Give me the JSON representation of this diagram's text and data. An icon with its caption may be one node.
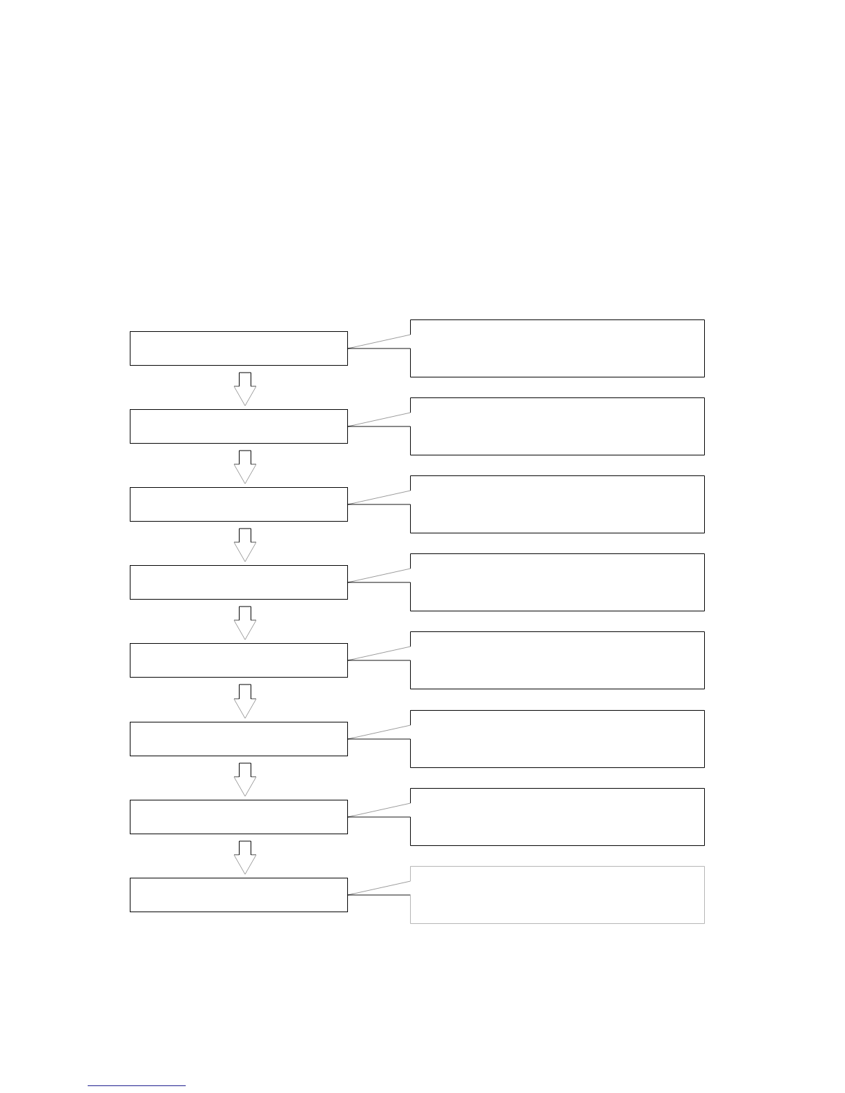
{
  "diagram": {
    "nodes": [
      {
        "text": [],
        "shape": "box"
      },
      {
        "text": [],
        "shape": "callout"
      },
      {
        "text": [],
        "shape": "box"
      },
      {
        "text": [],
        "shape": "callout"
      },
      {
        "text": [],
        "shape": "box"
      },
      {
        "text": [],
        "shape": "callout"
      },
      {
        "text": [],
        "shape": "box"
      },
      {
        "text": [],
        "shape": "callout"
      },
      {
        "text": [],
        "shape": "box"
      },
      {
        "text": [],
        "shape": "callout"
      },
      {
        "text": [],
        "shape": "box"
      },
      {
        "text": [],
        "shape": "callout"
      },
      {
        "text": [],
        "shape": "box"
      },
      {
        "text": [],
        "shape": "callout"
      },
      {
        "text": [],
        "shape": "box"
      },
      {
        "text": [],
        "shape": "callout"
      }
    ],
    "edges": [
      {
        "from": 1,
        "to": 0,
        "arrow": "none"
      },
      {
        "from": 0,
        "to": 2,
        "arrow": "to"
      },
      {
        "from": 3,
        "to": 2,
        "arrow": "none"
      },
      {
        "from": 2,
        "to": 4,
        "arrow": "to"
      },
      {
        "from": 5,
        "to": 4,
        "arrow": "none"
      },
      {
        "from": 4,
        "to": 6,
        "arrow": "to"
      },
      {
        "from": 7,
        "to": 6,
        "arrow": "none"
      },
      {
        "from": 6,
        "to": 8,
        "arrow": "to"
      },
      {
        "from": 9,
        "to": 8,
        "arrow": "none"
      },
      {
        "from": 8,
        "to": 10,
        "arrow": "to"
      },
      {
        "from": 11,
        "to": 10,
        "arrow": "none"
      },
      {
        "from": 10,
        "to": 12,
        "arrow": "to"
      },
      {
        "from": 13,
        "to": 12,
        "arrow": "none"
      },
      {
        "from": 12,
        "to": 14,
        "arrow": "to"
      },
      {
        "from": 15,
        "to": 14,
        "arrow": "none"
      }
    ]
  }
}
